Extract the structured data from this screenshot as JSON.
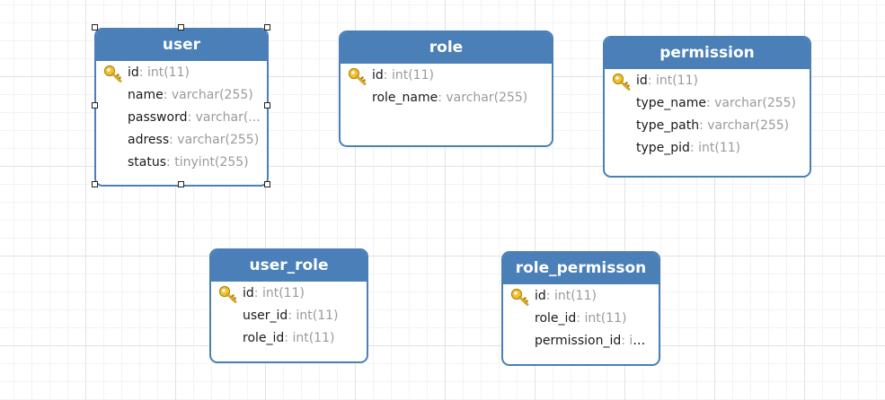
{
  "colors": {
    "header_bg": "#4a7fb7",
    "border": "#4a7fb7",
    "field_name": "#1a1a1a",
    "field_type": "#9a9a9a",
    "key_icon": "#e8b41c"
  },
  "entities": {
    "user": {
      "name": "user",
      "selected": true,
      "fields": [
        {
          "name": "id",
          "type": ": int(11)",
          "primary_key": true
        },
        {
          "name": "name",
          "type": ": varchar(255)",
          "primary_key": false
        },
        {
          "name": "password",
          "type": ": varchar(...",
          "primary_key": false
        },
        {
          "name": "adress",
          "type": ": varchar(255)",
          "primary_key": false
        },
        {
          "name": "status",
          "type": ": tinyint(255)",
          "primary_key": false
        }
      ]
    },
    "role": {
      "name": "role",
      "selected": false,
      "fields": [
        {
          "name": "id",
          "type": ": int(11)",
          "primary_key": true
        },
        {
          "name": "role_name",
          "type": ": varchar(255)",
          "primary_key": false
        }
      ]
    },
    "permission": {
      "name": "permission",
      "selected": false,
      "fields": [
        {
          "name": "id",
          "type": ": int(11)",
          "primary_key": true
        },
        {
          "name": "type_name",
          "type": ": varchar(255)",
          "primary_key": false
        },
        {
          "name": "type_path",
          "type": ": varchar(255)",
          "primary_key": false
        },
        {
          "name": "type_pid",
          "type": ": int(11)",
          "primary_key": false
        }
      ]
    },
    "user_role": {
      "name": "user_role",
      "selected": false,
      "fields": [
        {
          "name": "id",
          "type": ": int(11)",
          "primary_key": true
        },
        {
          "name": "user_id",
          "type": ": int(11)",
          "primary_key": false
        },
        {
          "name": "role_id",
          "type": ": int(11)",
          "primary_key": false
        }
      ]
    },
    "role_permisson": {
      "name": "role_permisson",
      "selected": false,
      "fields": [
        {
          "name": "id",
          "type": ": int(11)",
          "primary_key": true
        },
        {
          "name": "role_id",
          "type": ": int(11)",
          "primary_key": false
        },
        {
          "name": "permission_id",
          "type": ": int...",
          "primary_key": false
        }
      ]
    }
  }
}
